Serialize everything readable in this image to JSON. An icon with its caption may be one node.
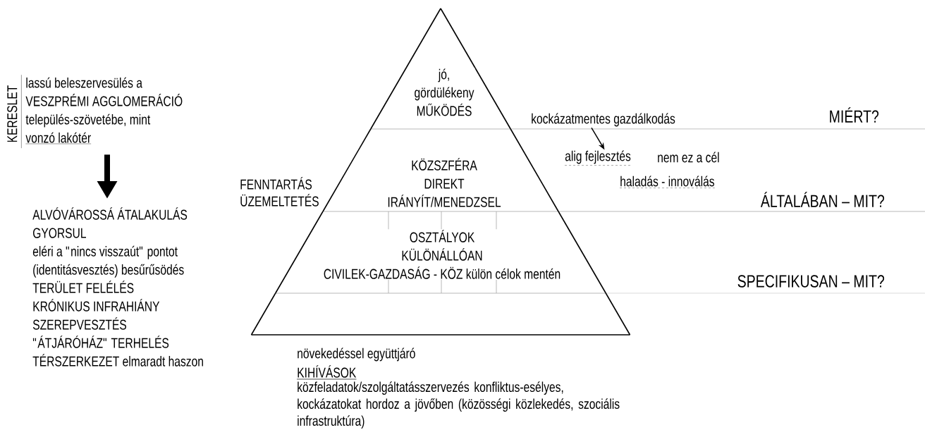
{
  "diagram": {
    "nodes": [
      {
        "text": [
          "jó,",
          "gördülékeny",
          "MŰKÖDÉS"
        ]
      },
      {
        "text": [
          "KÖZSZFÉRA",
          "DIREKT",
          "IRÁNYÍT/MENEDZSEL"
        ]
      },
      {
        "text": [
          "OSZTÁLYOK",
          "KÜLÖNÁLLÓAN",
          "CIVILEK-GAZDASÁG - KÖZ külön célok mentén"
        ]
      },
      {
        "text": [],
        "shape": "box"
      },
      {
        "text": [
          "KERESLET",
          "lassú beleszervesülés a",
          "VESZPRÉMI AGGLOMERÁCIÓ",
          "település-szövetébe, mint",
          "vonzó lakótér"
        ]
      },
      {
        "text": [
          "ALVÓVÁROSSÁ ÁTALAKULÁS",
          "GYORSUL",
          "eléri a \"nincs visszaút\" pontot",
          "(identitásvesztés) besűrűsödés",
          "TERÜLET FELÉLÉS",
          "KRÓNIKUS INFRAHIÁNY",
          "SZEREPVESZTÉS",
          "\"ÁTJÁRÓHÁZ\" TERHELÉS",
          "TÉRSZERKEZET elmaradt haszon"
        ]
      },
      {
        "text": [
          "kockázatmentes gazdálkodás"
        ]
      },
      {
        "text": [
          "alig fejlesztés"
        ]
      }
    ],
    "edges": [
      {
        "from": 4,
        "to": 5,
        "arrow": "to",
        "style": "thick"
      },
      {
        "from": 6,
        "to": 7,
        "arrow": "to"
      }
    ],
    "labels": [
      "FENNTARTÁS",
      "ÜZEMELTETÉS",
      "MIÉRT?",
      "nem ez a cél",
      "haladás - innoválás",
      "ÁLTALÁBAN – MIT?",
      "SPECIFIKUSAN – MIT?",
      "növekedéssel együttjáró",
      "KIHÍVÁSOK",
      "közfeladatok/szolgáltatásszervezés konfliktus-esélyes, kockázatokat hordoz a jövőben (közösségi közlekedés, szociális infrastruktúra)"
    ]
  }
}
